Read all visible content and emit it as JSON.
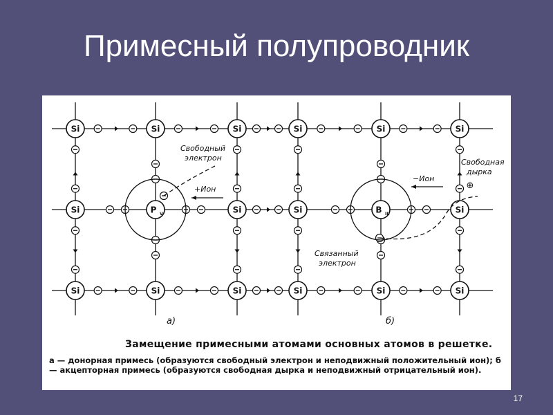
{
  "slide": {
    "title": "Примесный полупроводник",
    "page_number": "17"
  },
  "figure": {
    "atom_label": "Si",
    "donor_label": "P",
    "donor_subscript": "V",
    "acceptor_label": "B",
    "acceptor_subscript": "III",
    "electron_symbol": "⊖",
    "hole_symbol": "⊕",
    "label_free_electron": [
      "Свободный",
      "электрон"
    ],
    "label_plus_ion": "+Ион",
    "label_minus_ion": "−Ион",
    "label_free_hole": [
      "Свободная",
      "дырка"
    ],
    "label_bound_electron": [
      "Связанный",
      "электрон"
    ],
    "part_a": "а)",
    "part_b": "б)",
    "caption_title": "Замещение примесными атомами основных атомов в решетке.",
    "caption_body": "а — донорная примесь (образуются свободный электрон и неподвижный положительный ион); б — акцепторная примесь (образуются свободная дырка и неподвижный отрицательный ион)."
  },
  "colors": {
    "background": "#525078",
    "panel": "#ffffff",
    "ink": "#111111"
  }
}
